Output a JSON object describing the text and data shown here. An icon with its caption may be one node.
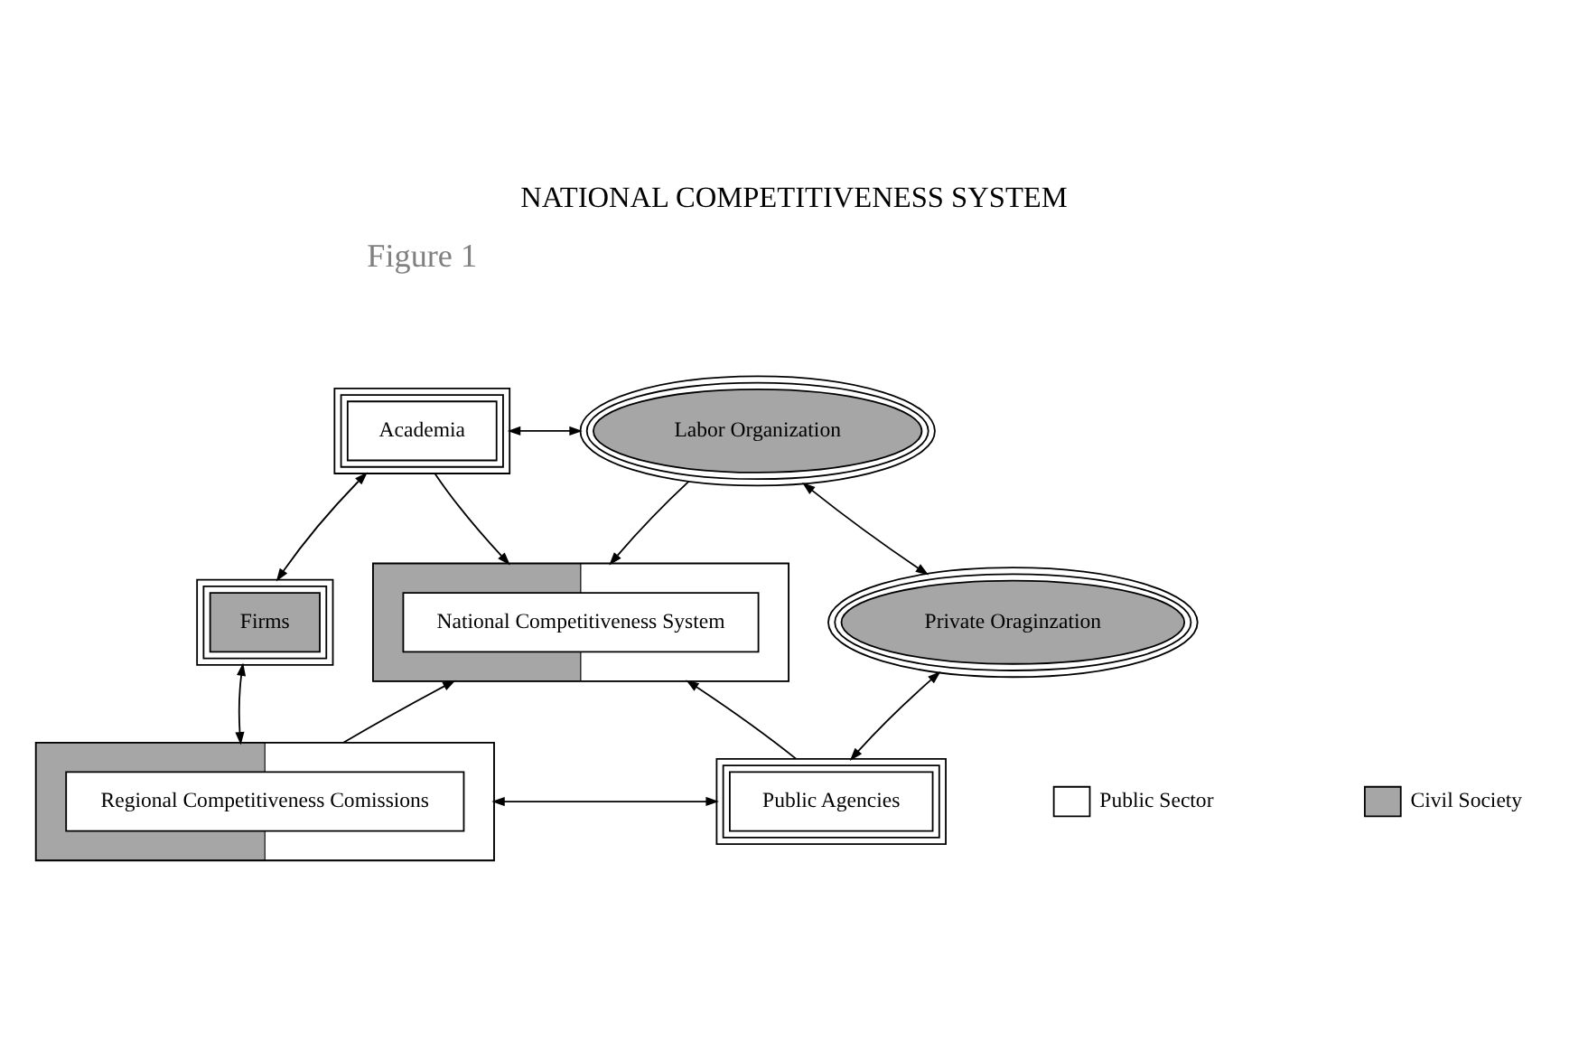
{
  "diagram": {
    "title": "NATIONAL COMPETITIVENESS SYSTEM",
    "nodes": [
      {
        "text": [
          "Academia"
        ]
      },
      {
        "text": [
          "Labor Organization"
        ]
      },
      {
        "text": [
          "Firms"
        ]
      },
      {
        "text": [],
        "shape": "box"
      },
      {
        "text": [
          "National Competitiveness System"
        ],
        "in": 3
      },
      {
        "text": [
          "Private Oraginzation"
        ]
      },
      {
        "text": [],
        "shape": "box"
      },
      {
        "text": [
          "Regional Competitiveness Comissions"
        ],
        "in": 6
      },
      {
        "text": [
          "Public Agencies"
        ]
      }
    ],
    "edges": [
      {
        "from": 0,
        "to": 1,
        "arrow": "both"
      },
      {
        "from": 0,
        "to": 2,
        "arrow": "both"
      },
      {
        "from": 1,
        "to": 5,
        "arrow": "both"
      },
      {
        "from": 0,
        "to": 3,
        "arrow": "to"
      },
      {
        "from": 1,
        "to": 3,
        "arrow": "to"
      },
      {
        "from": 2,
        "to": 6,
        "arrow": "both"
      },
      {
        "from": 6,
        "to": 3,
        "arrow": "to"
      },
      {
        "from": 8,
        "to": 3,
        "arrow": "to"
      },
      {
        "from": 5,
        "to": 8,
        "arrow": "both"
      },
      {
        "from": 6,
        "to": 8,
        "arrow": "both"
      }
    ],
    "labels": [
      "Figure 1"
    ],
    "legend": [
      {
        "text": "Public Sector",
        "color": "#ffffff"
      },
      {
        "text": "Civil Society",
        "color": "#a6a6a6"
      }
    ]
  }
}
